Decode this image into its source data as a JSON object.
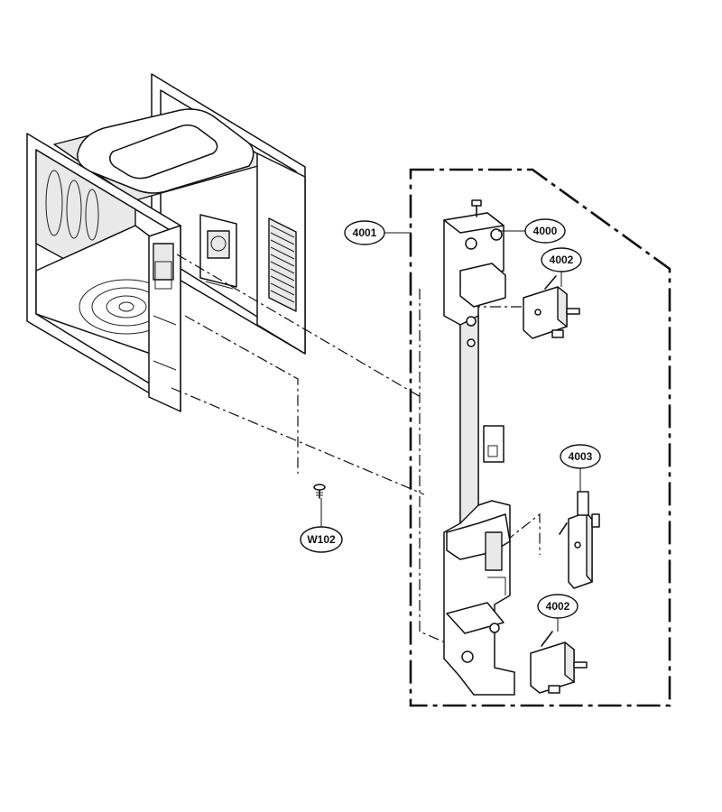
{
  "callouts": {
    "p4001": "4001",
    "p4000": "4000",
    "p4002_top": "4002",
    "p4003": "4003",
    "p4002_bottom": "4002",
    "w102": "W102"
  }
}
